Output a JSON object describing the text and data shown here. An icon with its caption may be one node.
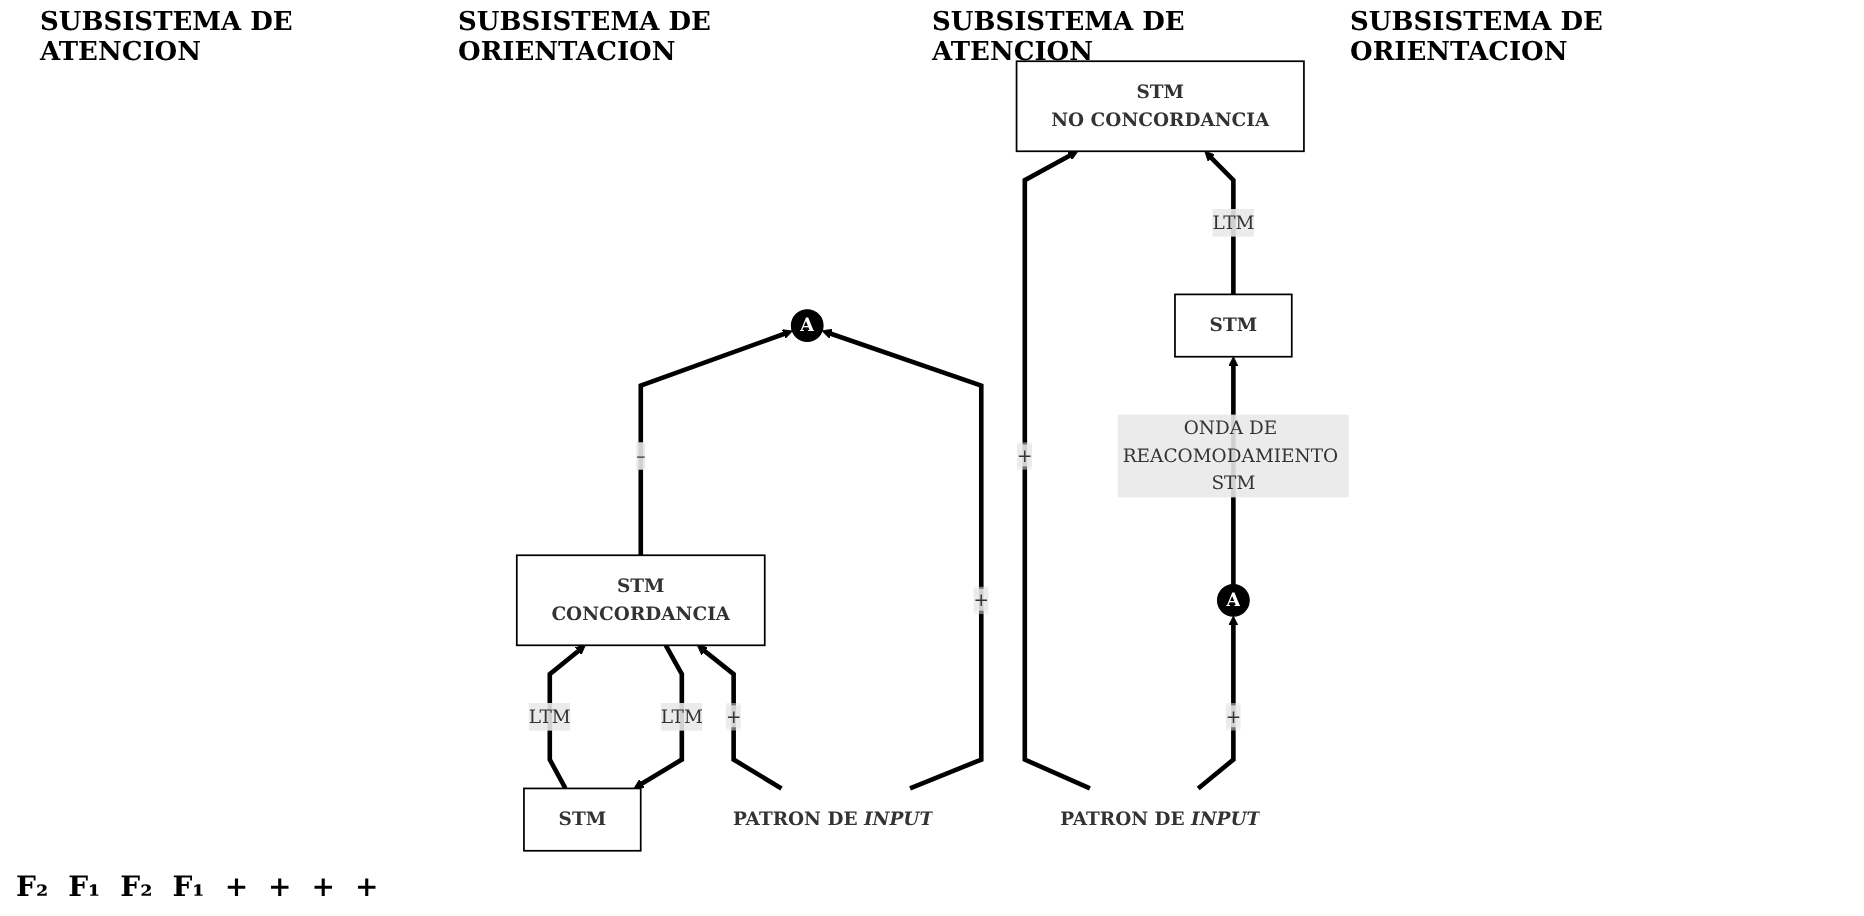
{
  "diagram": {
    "nodes": [
      {
        "text": [
          "STM"
        ]
      },
      {
        "text": [
          "STM",
          "CONCORDANCIA"
        ]
      },
      {
        "text": [
          "A"
        ]
      },
      {
        "text": [
          "PATRON DE *INPUT*"
        ]
      },
      {
        "text": [
          "STM"
        ]
      },
      {
        "text": [
          "STM",
          "NO CONCORDANCIA"
        ]
      },
      {
        "text": [
          "A"
        ]
      },
      {
        "text": [
          "PATRON DE *INPUT*"
        ]
      }
    ],
    "edges": [
      {
        "from": 1,
        "to": 0,
        "arrow": "to",
        "label": "LTM"
      },
      {
        "from": 0,
        "to": 1,
        "arrow": "to",
        "label": "LTM"
      },
      {
        "from": 1,
        "to": 2,
        "arrow": "to",
        "label": "–"
      },
      {
        "from": 3,
        "to": 1,
        "arrow": "to",
        "label": "+"
      },
      {
        "from": 3,
        "to": 2,
        "arrow": "to",
        "label": "+"
      },
      {
        "from": 4,
        "to": 5,
        "arrow": "to",
        "label": "LTM"
      },
      {
        "from": 6,
        "to": 4,
        "arrow": "to",
        "label": "ONDA DE REACOMODAMIENTO STM"
      },
      {
        "from": 7,
        "to": 5,
        "arrow": "to",
        "label": "+"
      },
      {
        "from": 7,
        "to": 6,
        "arrow": "to",
        "label": "+"
      }
    ],
    "labels": [
      "SUBSISTEMA DE ATENCION",
      "SUBSISTEMA DE ORIENTACION",
      "SUBSISTEMA DE ATENCION",
      "SUBSISTEMA DE ORIENTACION",
      "F₂",
      "F₁",
      "F₂",
      "F₁",
      "+",
      "+",
      "+",
      "+"
    ]
  }
}
